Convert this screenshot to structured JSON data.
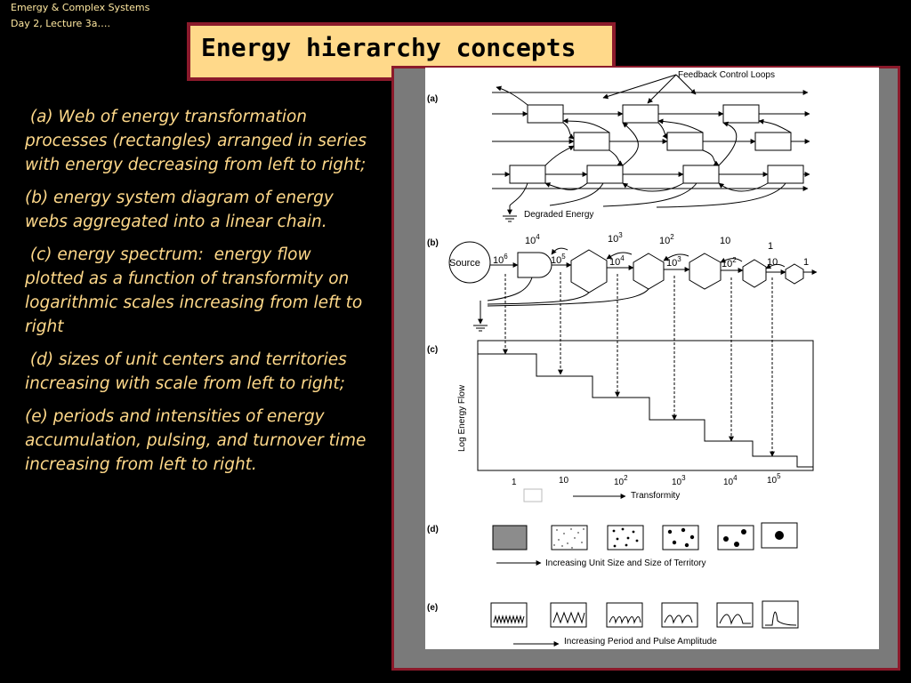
{
  "header": {
    "line1": "Emergy & Complex Systems",
    "line2": "Day 2, Lecture 3a…."
  },
  "title": "Energy hierarchy concepts",
  "paragraphs": [
    " (a) Web of energy transformation processes (rectangles) arranged in series with energy decreasing from left to right;",
    "(b) energy system diagram of energy webs aggregated into a linear chain.",
    " (c) energy spectrum:  energy flow plotted as a function of transformity on logarithmic scales increasing from left to right",
    " (d) sizes of unit centers and territories increasing with scale from left to right;",
    "(e) periods and intensities of energy accumulation, pulsing, and turnover time increasing from left to right."
  ],
  "figure": {
    "panel_a": {
      "label": "(a)",
      "feedback": "Feedback Control Loops",
      "degraded": "Degraded Energy"
    },
    "panel_b": {
      "label": "(b)",
      "source": "Source",
      "flows_top": [
        {
          "base": "10",
          "exp": "4"
        },
        {
          "base": "10",
          "exp": "3"
        },
        {
          "base": "10",
          "exp": "2"
        },
        {
          "base": "10",
          "exp": ""
        },
        {
          "base": "1",
          "exp": ""
        }
      ],
      "flows_bottom": [
        {
          "base": "10",
          "exp": "6"
        },
        {
          "base": "10",
          "exp": "5"
        },
        {
          "base": "10",
          "exp": "4"
        },
        {
          "base": "10",
          "exp": "3"
        },
        {
          "base": "10",
          "exp": "2"
        },
        {
          "base": "10",
          "exp": ""
        },
        {
          "base": "1",
          "exp": ""
        }
      ]
    },
    "panel_c": {
      "label": "(c)",
      "ylabel": "Log Energy Flow",
      "xlabel": "Transformity",
      "ticks": [
        {
          "base": "1",
          "exp": ""
        },
        {
          "base": "10",
          "exp": ""
        },
        {
          "base": "10",
          "exp": "2"
        },
        {
          "base": "10",
          "exp": "3"
        },
        {
          "base": "10",
          "exp": "4"
        },
        {
          "base": "10",
          "exp": "5"
        }
      ]
    },
    "panel_d": {
      "label": "(d)",
      "caption": "Increasing Unit Size and Size of Territory"
    },
    "panel_e": {
      "label": "(e)",
      "caption": "Increasing Period and Pulse Amplitude"
    }
  }
}
